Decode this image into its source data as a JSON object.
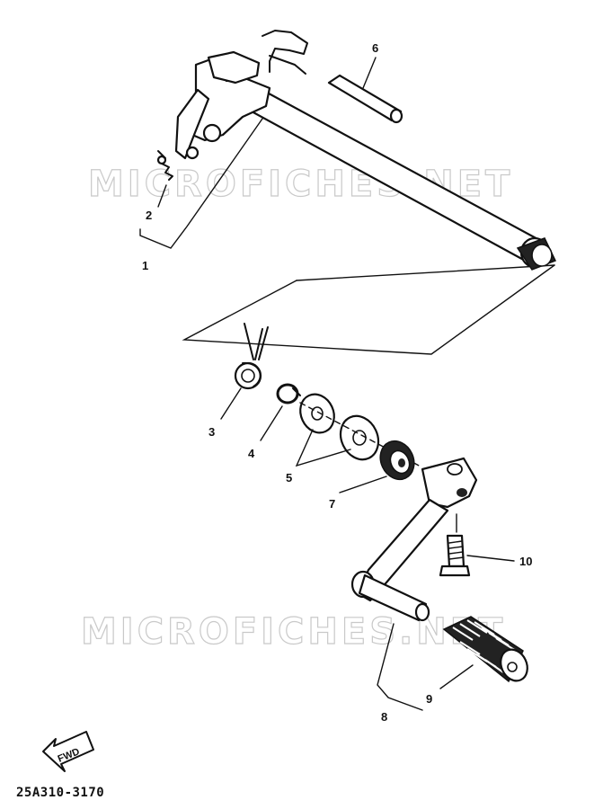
{
  "watermarks": [
    "MICROFICHES.NET",
    "MICROFICHES.NET"
  ],
  "callouts": [
    {
      "id": "1",
      "text": "1"
    },
    {
      "id": "2",
      "text": "2"
    },
    {
      "id": "3",
      "text": "3"
    },
    {
      "id": "4",
      "text": "4"
    },
    {
      "id": "5",
      "text": "5"
    },
    {
      "id": "6",
      "text": "6"
    },
    {
      "id": "7",
      "text": "7"
    },
    {
      "id": "8",
      "text": "8"
    },
    {
      "id": "9",
      "text": "9"
    },
    {
      "id": "10",
      "text": "10"
    }
  ],
  "fwd_label": "FWD",
  "drawing_code": "25A310-3170"
}
